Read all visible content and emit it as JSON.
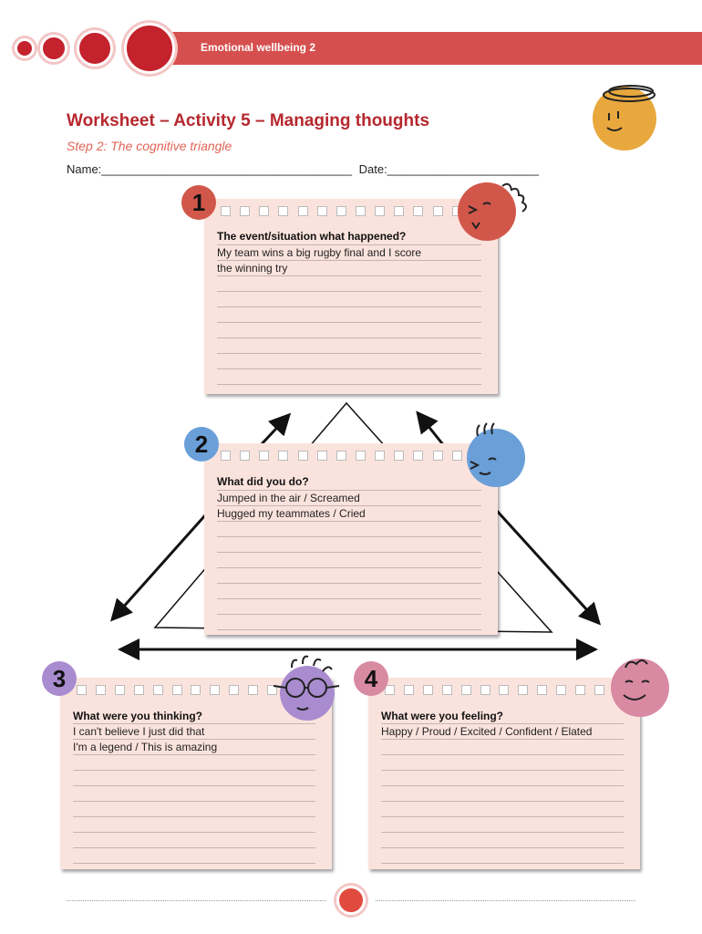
{
  "header": {
    "title": "Emotional wellbeing 2"
  },
  "worksheet": {
    "title": "Worksheet – Activity 5 – Managing thoughts",
    "step": "Step 2: The cognitive triangle",
    "name_label": "Name:______________________________________",
    "date_label": "Date:_______________________"
  },
  "cards": [
    {
      "number": "1",
      "question": "The event/situation what happened?",
      "answers": [
        "My team wins a big rugby final and I score",
        "the winning try"
      ]
    },
    {
      "number": "2",
      "question": "What did you do?",
      "answers": [
        "Jumped in the air / Screamed",
        "Hugged my teammates / Cried"
      ]
    },
    {
      "number": "3",
      "question": "What were you thinking?",
      "answers": [
        "I can't believe I just did that",
        "I'm a legend / This is amazing"
      ]
    },
    {
      "number": "4",
      "question": "What were you feeling?",
      "answers": [
        "Happy / Proud / Excited / Confident / Elated"
      ]
    }
  ],
  "colors": {
    "brand": "#d64f4f",
    "badge1": "#d1574a",
    "badge2": "#6a9fd8",
    "badge3": "#a98bcf",
    "badge4": "#d98aa3",
    "face_yellow": "#e8a83e"
  }
}
